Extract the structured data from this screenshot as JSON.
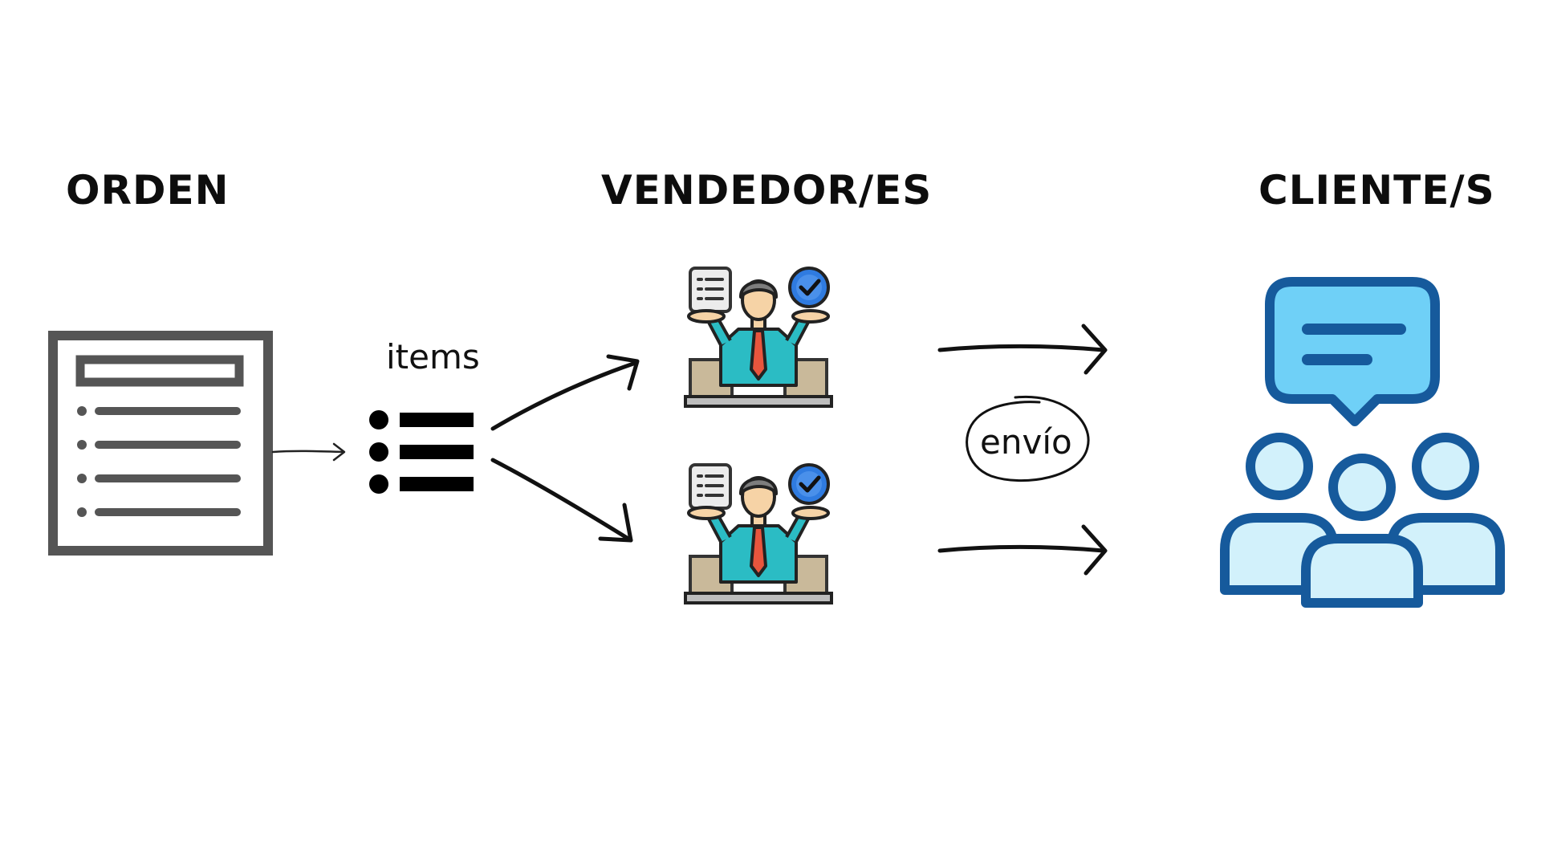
{
  "headings": {
    "orden": "ORDEN",
    "vendedores": "VENDEDOR/ES",
    "clientes": "CLIENTE/S"
  },
  "labels": {
    "items": "items",
    "envio": "envío"
  },
  "icons": {
    "order": "order-document-icon",
    "items_list": "bulleted-list-icon",
    "seller": "seller-icon",
    "customers": "customer-group-chat-icon"
  },
  "colors": {
    "order_icon": "#555555",
    "seller_shirt": "#2bbcc4",
    "seller_tie": "#e8553d",
    "check_badge": "#2f7be0",
    "customers_outline": "#165a9c",
    "customers_fill": "#d2f1fb",
    "chat_bubble": "#6fd0f7"
  }
}
